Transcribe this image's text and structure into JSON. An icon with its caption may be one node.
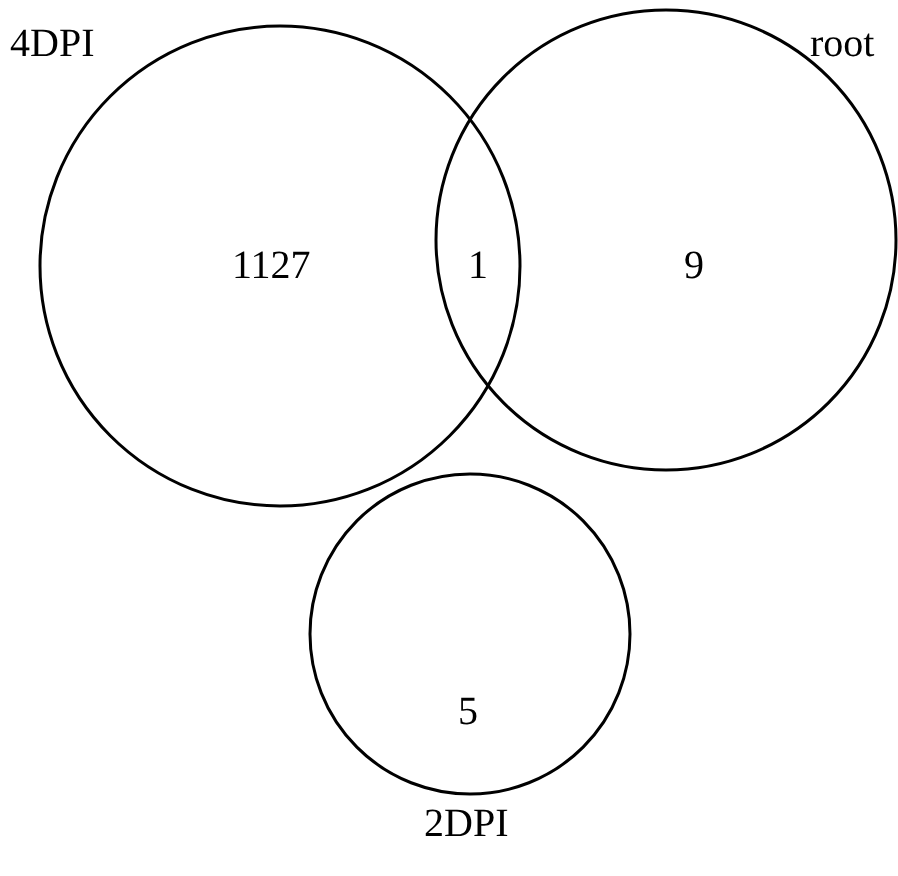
{
  "diagram": {
    "nodes": [
      {
        "text": [
          "4DPI",
          "1127"
        ]
      },
      {
        "text": [
          "root",
          "9"
        ]
      },
      {
        "text": [
          "5",
          "2DPI"
        ]
      }
    ],
    "labels": [
      "1"
    ]
  }
}
